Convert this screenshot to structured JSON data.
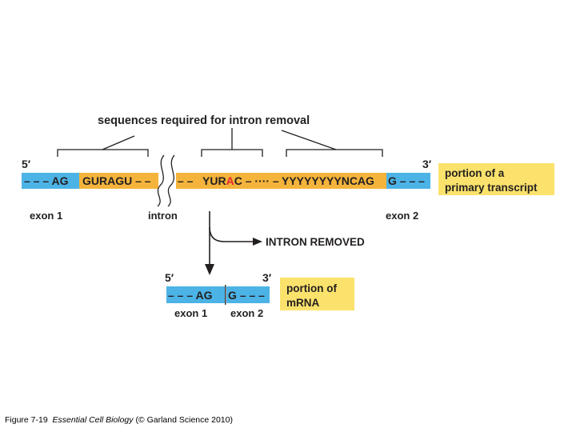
{
  "heading": "sequences required for intron removal",
  "transcript": {
    "prime5": "5′",
    "prime3": "3′",
    "exon1_seq": "– – – AG",
    "intron_start_seq": "GURAGU – –",
    "intron_mid_dash": "– –",
    "branch_pre": "YUR",
    "branch_a": "A",
    "branch_post": "C – ···· –",
    "intron_end_seq": "YYYYYYYYNCAG",
    "exon2_seq": "G – – –",
    "label_exon1": "exon 1",
    "label_intron": "intron",
    "label_exon2": "exon 2",
    "box_line1": "portion of a",
    "box_line2": "primary transcript"
  },
  "arrow_label": "INTRON REMOVED",
  "mrna": {
    "prime5": "5′",
    "prime3": "3′",
    "exon1_seq": "– – – AG",
    "exon2_seq": "G – – –",
    "label_exon1": "exon 1",
    "label_exon2": "exon 2",
    "box_line1": "portion of",
    "box_line2": "mRNA"
  },
  "caption": {
    "prefix": "Figure 7-19",
    "book": "Essential Cell Biology",
    "suffix": "(© Garland Science 2010)"
  },
  "colors": {
    "exon_blue": "#4cb3e6",
    "intron_orange": "#f4b43c",
    "box_yellow": "#fbe26c",
    "branch_red": "#e8262e",
    "ink": "#231f20"
  }
}
